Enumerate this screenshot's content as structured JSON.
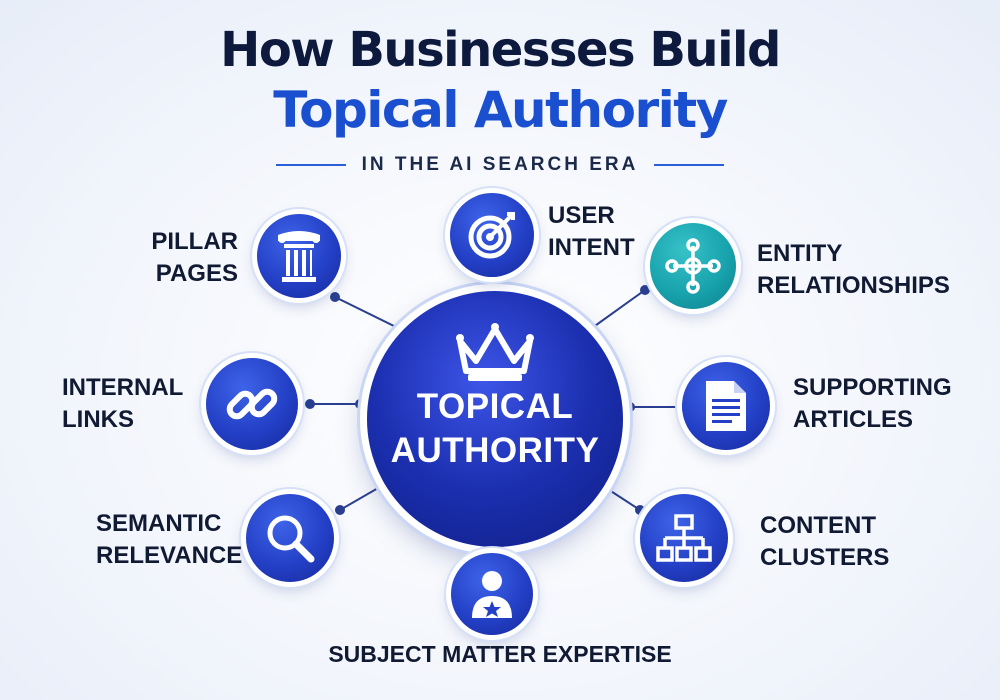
{
  "title": {
    "line1": "How Businesses Build",
    "line2": "Topical Authority",
    "subtitle": "IN THE AI SEARCH ERA"
  },
  "hub": {
    "icon": "crown-icon",
    "line1": "TOPICAL",
    "line2": "AUTHORITY"
  },
  "nodes": {
    "pillar_pages": {
      "line1": "PILLAR",
      "line2": "PAGES",
      "icon": "column-icon"
    },
    "user_intent": {
      "line1": "USER",
      "line2": "INTENT",
      "icon": "target-icon"
    },
    "entity_relationships": {
      "line1": "ENTITY",
      "line2": "RELATIONSHIPS",
      "icon": "network-icon"
    },
    "internal_links": {
      "line1": "INTERNAL",
      "line2": "LINKS",
      "icon": "chain-link-icon"
    },
    "supporting_articles": {
      "line1": "SUPPORTING",
      "line2": "ARTICLES",
      "icon": "document-icon"
    },
    "semantic_relevance": {
      "line1": "SEMANTIC",
      "line2": "RELEVANCE",
      "icon": "magnifier-icon"
    },
    "content_clusters": {
      "line1": "CONTENT",
      "line2": "CLUSTERS",
      "icon": "sitemap-icon"
    },
    "subject_matter_expertise": {
      "line1": "SUBJECT MATTER EXPERTISE",
      "icon": "expert-person-icon"
    }
  },
  "colors": {
    "navy_text": "#0e1a3d",
    "accent_blue": "#1a4fcf",
    "node_blue": "#2340c6",
    "node_teal": "#18a3ad",
    "connector": "#2a3f8f"
  }
}
